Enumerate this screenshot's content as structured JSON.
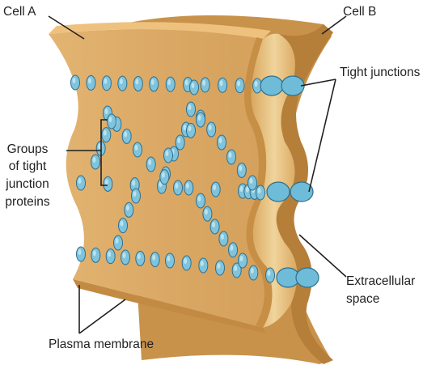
{
  "labels": {
    "cell_a": "Cell A",
    "cell_b": "Cell B",
    "tight_junctions": "Tight junctions",
    "groups_line1": "Groups",
    "groups_line2": "of tight",
    "groups_line3": "junction",
    "groups_line4": "proteins",
    "extracellular_line1": "Extracellular",
    "extracellular_line2": "space",
    "plasma_membrane": "Plasma membrane"
  },
  "colors": {
    "membrane_face": "#dcaa66",
    "membrane_edge": "#b07a35",
    "membrane_top": "#e8bd78",
    "extracellular": "#e9c98e",
    "protein": "#7fc4dc",
    "protein_outline": "#2f6f8e",
    "text": "#231f20"
  }
}
